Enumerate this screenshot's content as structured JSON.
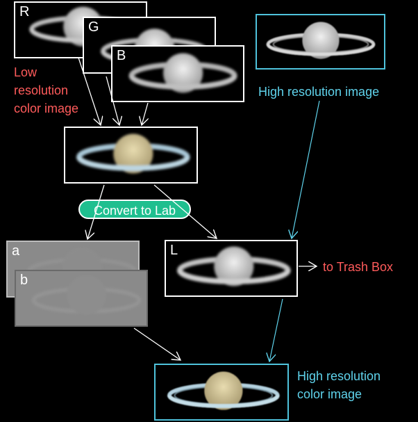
{
  "channels": {
    "r": "R",
    "g": "G",
    "b": "B",
    "a": "a",
    "b_lab": "b",
    "l": "L"
  },
  "labels": {
    "low_res_line1": "Low",
    "low_res_line2": "resolution",
    "low_res_line3": "color image",
    "high_res": "High resolution image",
    "convert": "Convert to Lab",
    "trash": "to Trash Box",
    "result_line1": "High resolution",
    "result_line2": "color image"
  },
  "colors": {
    "red_text": "#ff5b5b",
    "cyan_text": "#5fd3ec",
    "cyan_border": "#4fc3dc",
    "pill": "#1fbf8f"
  }
}
